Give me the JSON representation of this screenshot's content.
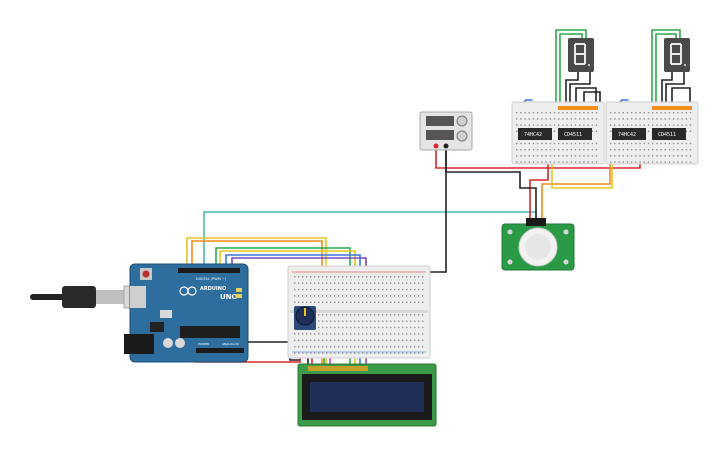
{
  "arduino": {
    "brand": "ARDUINO",
    "model": "UNO",
    "digital_header": "DIGITAL (PWM ~)",
    "power_header": "POWER",
    "analog_header": "ANALOG IN"
  },
  "chips": [
    {
      "label": "74HC42"
    },
    {
      "label": "CD4511"
    },
    {
      "label": "74HC42"
    },
    {
      "label": "CD4511"
    }
  ],
  "colors": {
    "arduino_board": "#2e6e9e",
    "breadboard": "#eeeeee",
    "lcd_pcb": "#3a9a48",
    "lcd_screen": "#1f2f58",
    "pir_pcb": "#2b9a46",
    "seg_display": "#4a4a4a",
    "wire_red": "#d62828",
    "wire_black": "#222222",
    "wire_green": "#2ea84a",
    "wire_yellow": "#e8c520",
    "wire_orange": "#f08c1a",
    "wire_teal": "#4cb8b0",
    "wire_purple": "#7a4bc0",
    "wire_magenta": "#c03cb8",
    "wire_blue": "#3a78d8"
  }
}
